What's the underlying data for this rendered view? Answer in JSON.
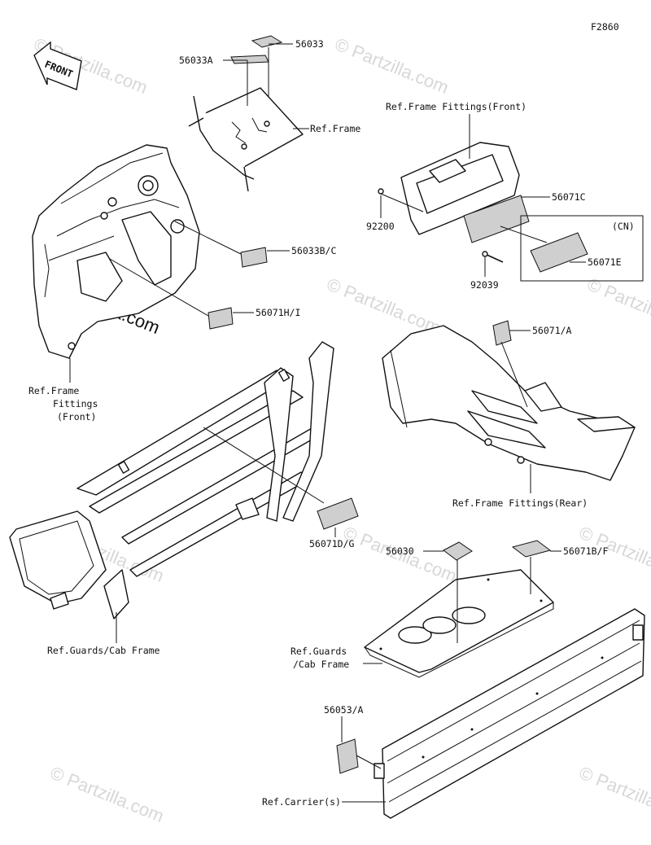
{
  "diagram_id": "F2860",
  "front_badge": "FRONT",
  "watermark_text": "© Partzilla.com",
  "watermark_main": "© Partzilla.com",
  "labels": {
    "l56033": "56033",
    "l56033A": "56033A",
    "l_ref_frame": "Ref.Frame",
    "l56033BC": "56033B/C",
    "l56071HI": "56071H/I",
    "l_ref_frame_fittings_front_left_1": "Ref.Frame",
    "l_ref_frame_fittings_front_left_2": "Fittings",
    "l_ref_frame_fittings_front_left_3": "(Front)",
    "l_ref_frame_fittings_front_top": "Ref.Frame Fittings(Front)",
    "l92200": "92200",
    "l56071C": "56071C",
    "l_cn": "(CN)",
    "l56071E": "56071E",
    "l92039": "92039",
    "l56071A": "56071/A",
    "l_ref_frame_fittings_rear": "Ref.Frame Fittings(Rear)",
    "l56071DG": "56071D/G",
    "l56030": "56030",
    "l56071BF": "56071B/F",
    "l_ref_guards_cab_frame_left": "Ref.Guards/Cab Frame",
    "l_ref_guards_1": "Ref.Guards",
    "l_ref_guards_2": "/Cab Frame",
    "l56053A": "56053/A",
    "l_ref_carriers": "Ref.Carrier(s)"
  }
}
